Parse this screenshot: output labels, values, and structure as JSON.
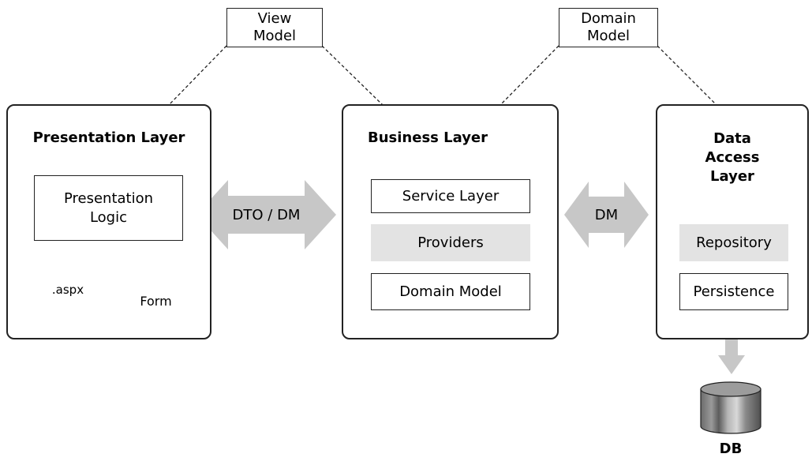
{
  "top_models": {
    "view_model": "View\nModel",
    "domain_model": "Domain\nModel"
  },
  "presentation_layer": {
    "title": "Presentation Layer",
    "logic": "Presentation\nLogic",
    "page_label": ".aspx",
    "form_label": "Form"
  },
  "business_layer": {
    "title": "Business Layer",
    "items": [
      "Service Layer",
      "Providers",
      "Domain Model"
    ]
  },
  "data_access_layer": {
    "title": "Data\nAccess\nLayer",
    "items": [
      "Repository",
      "Persistence"
    ]
  },
  "arrows": {
    "left": "DTO / DM",
    "right": "DM"
  },
  "database": {
    "label": "DB"
  }
}
